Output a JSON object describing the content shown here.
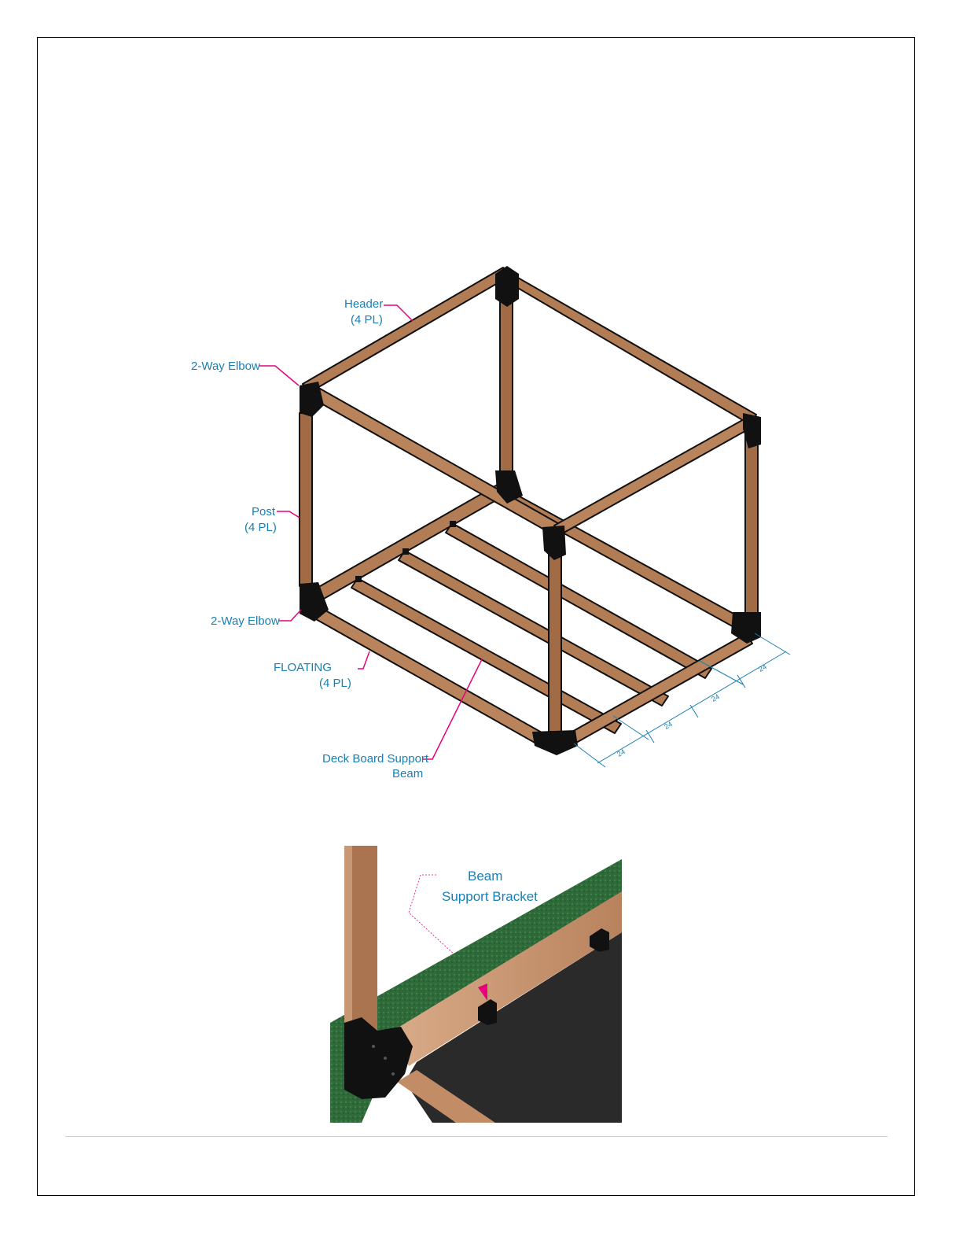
{
  "colors": {
    "label_text": "#1a7fb3",
    "leader": "#e6007e",
    "dimension": "#1a7fb3",
    "wood": "#a8704a",
    "wood_light": "#c89874",
    "bracket": "#111111",
    "grass": "#2f6b3a",
    "liner": "#2a2a2a"
  },
  "diagram": {
    "labels": {
      "header": "Header",
      "header_qty": "(4 PL)",
      "elbow_top": "2-Way Elbow",
      "post": "Post",
      "post_qty": "(4 PL)",
      "elbow_bottom": "2-Way Elbow",
      "floating": "FLOATING",
      "floating_qty": "(4 PL)",
      "deck_board_1": "Deck Board Support",
      "deck_board_2": "Beam"
    },
    "dimensions": [
      "24",
      "24",
      "24",
      "24"
    ]
  },
  "detail": {
    "label_1": "Beam",
    "label_2": "Support Bracket"
  }
}
